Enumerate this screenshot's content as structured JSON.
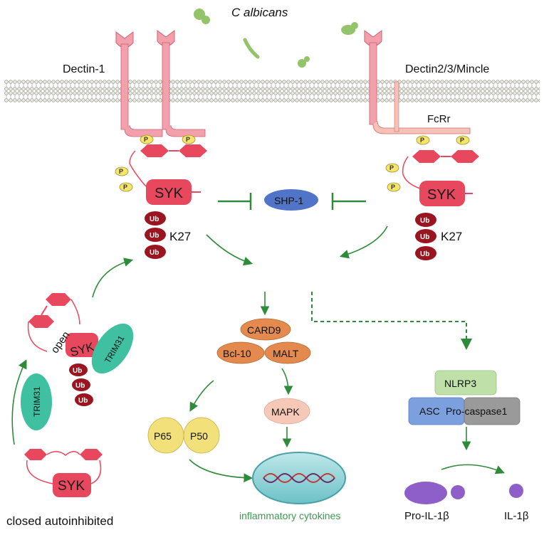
{
  "top_title": "C albicans",
  "receptors": {
    "left": "Dectin-1",
    "right": "Dectin2/3/Mincle",
    "fcr": "FcRr"
  },
  "phospho_label": "P",
  "ub_label": "Ub",
  "syk": {
    "left": "SYK",
    "right": "SYK",
    "open": "SYK",
    "closed": "SYK",
    "k27_left": "K27",
    "k27_right": "K27"
  },
  "shp1": "SHP-1",
  "trim31": {
    "upper": "TRIM31",
    "lower": "TRIM31"
  },
  "open_label": "open",
  "closed_label": "closed autoinhibited",
  "complex": {
    "card9": "CARD9",
    "bcl10": "Bcl-10",
    "malt": "MALT"
  },
  "mapk": "MAPK",
  "nfkb": {
    "p65": "P65",
    "p50": "P50"
  },
  "cytokines": "inflammatory cytokines",
  "inflammasome": {
    "nlrp3": "NLRP3",
    "asc": "ASC",
    "procasp": "Pro-caspase1"
  },
  "prolil1b": "Pro-IL-1β",
  "il1b": "IL-1β",
  "colors": {
    "receptor": "#f2a0ab",
    "syk": "#e8485e",
    "ub": "#9a1520",
    "arrow": "#2e8b3a",
    "shp1": "#4f74c8",
    "trim31": "#3fc0a0",
    "card_complex": "#e58a4e",
    "mapk": "#f6c8b8",
    "nfkb": "#f2e07a",
    "nlrp3": "#bfe0a8",
    "asc": "#7c9fde",
    "procasp": "#9a9a9a",
    "il1b": "#8e5fc8",
    "phospho": "#f5e56a",
    "fungus": "#93c46a"
  }
}
